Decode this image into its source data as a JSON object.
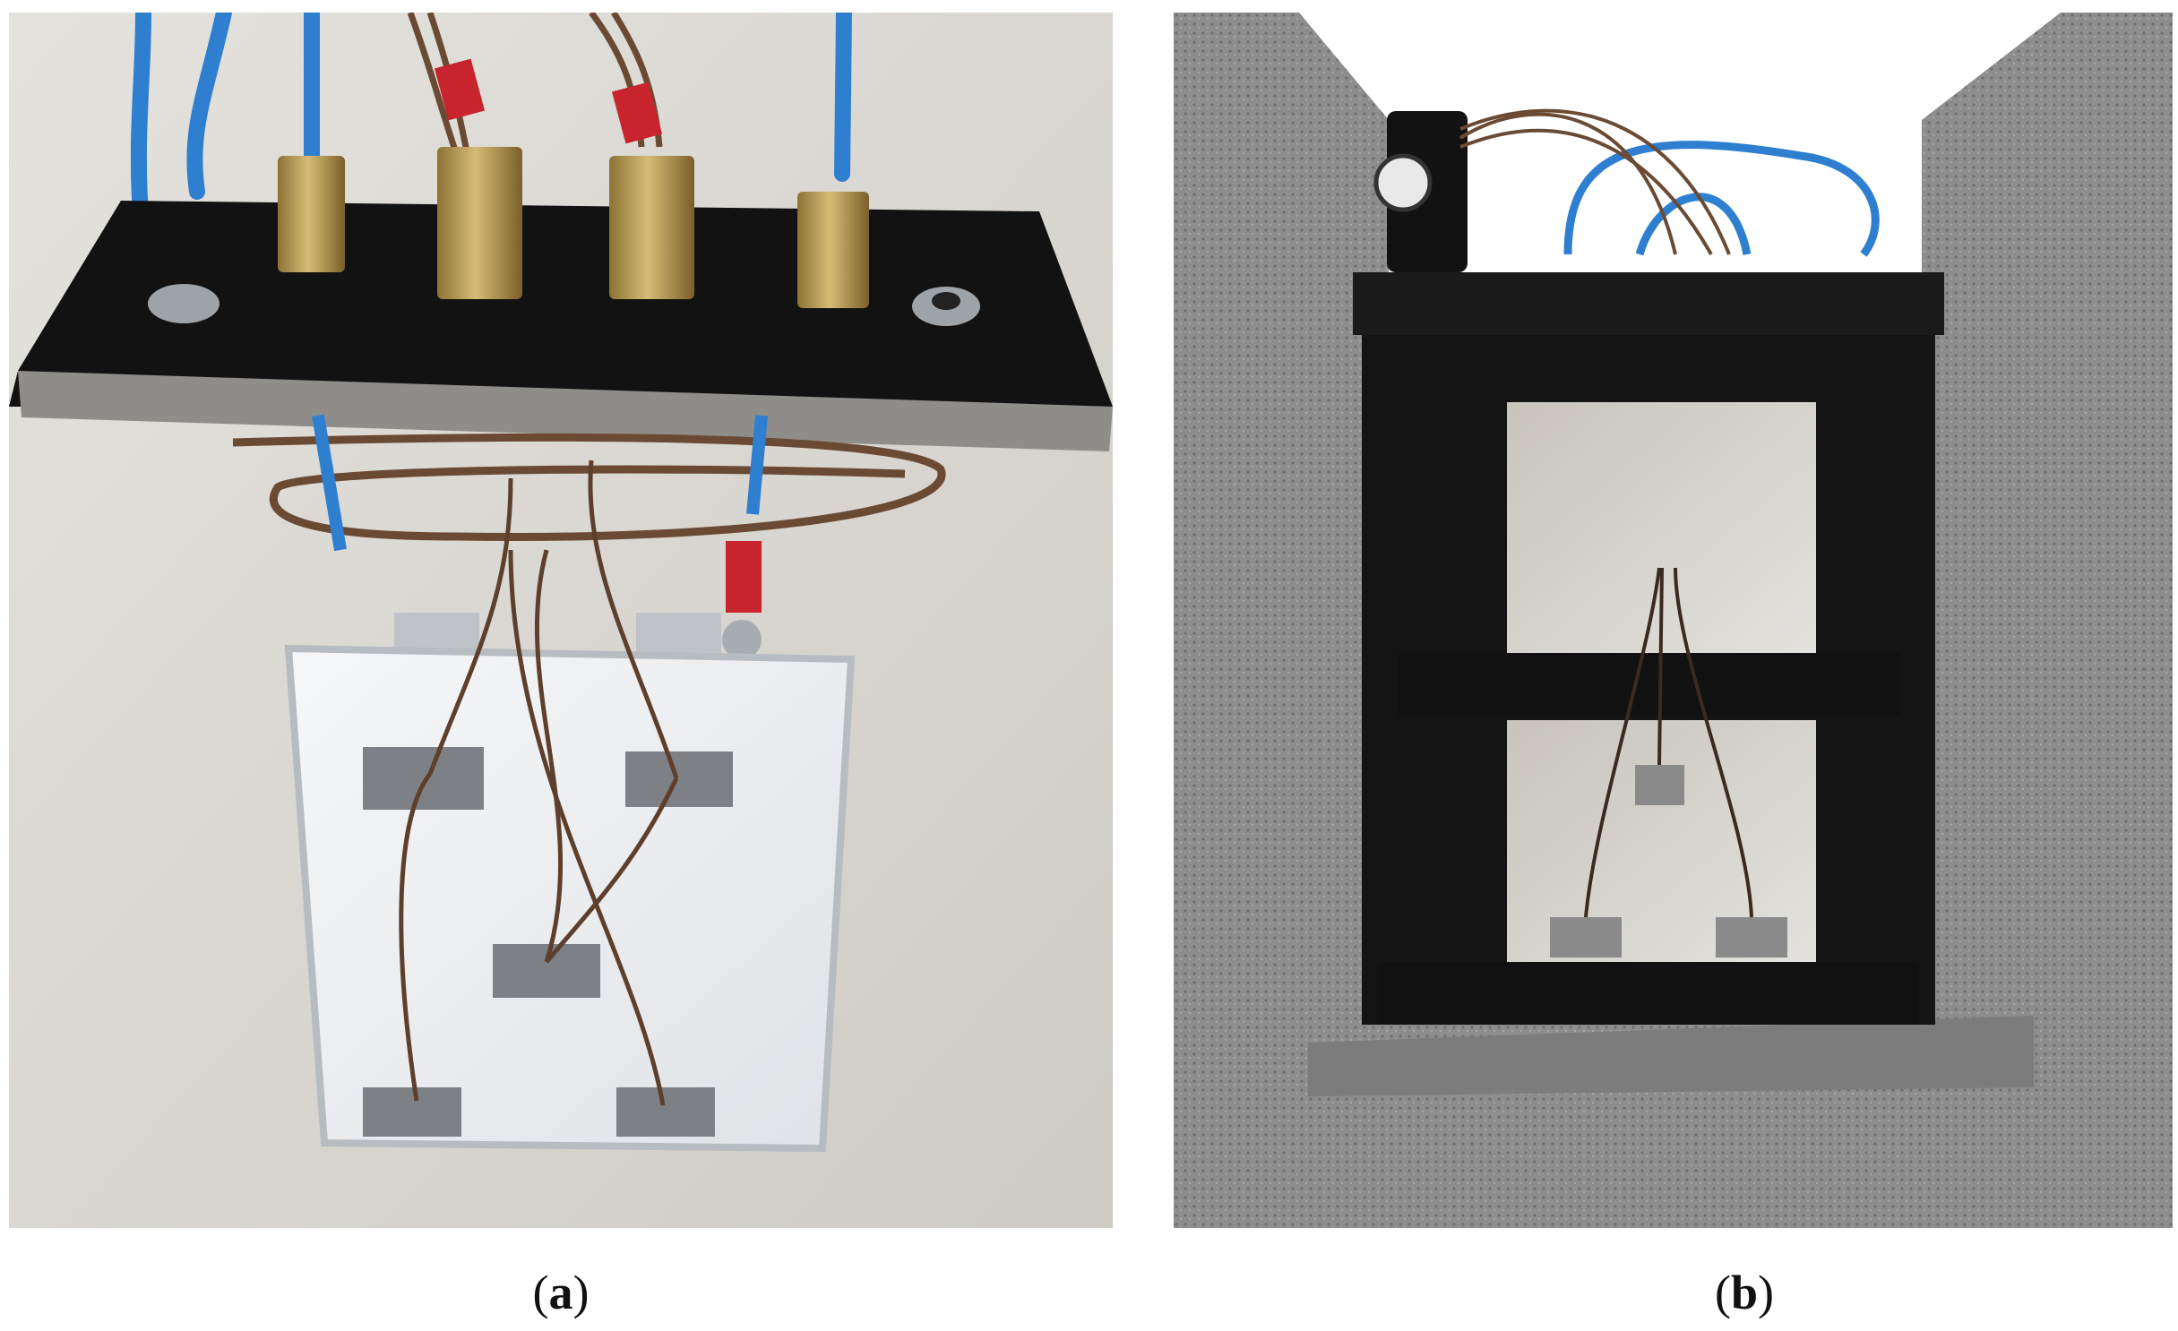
{
  "figure": {
    "panels": [
      {
        "id": "a",
        "label": "a",
        "caption_open": "(",
        "caption_close": ")"
      },
      {
        "id": "b",
        "label": "b",
        "caption_open": "(",
        "caption_close": ")"
      }
    ]
  },
  "colors": {
    "wall": "#dddbd6",
    "mount_plate": "#121212",
    "brass": "#b89a52",
    "blue_tube": "#2f7fd0",
    "brown_wire": "#6b4a33",
    "cell_pouch": "#eef0f2",
    "tape": "#7d8186",
    "foam": "#8d8d8d",
    "frame": "#141414"
  }
}
